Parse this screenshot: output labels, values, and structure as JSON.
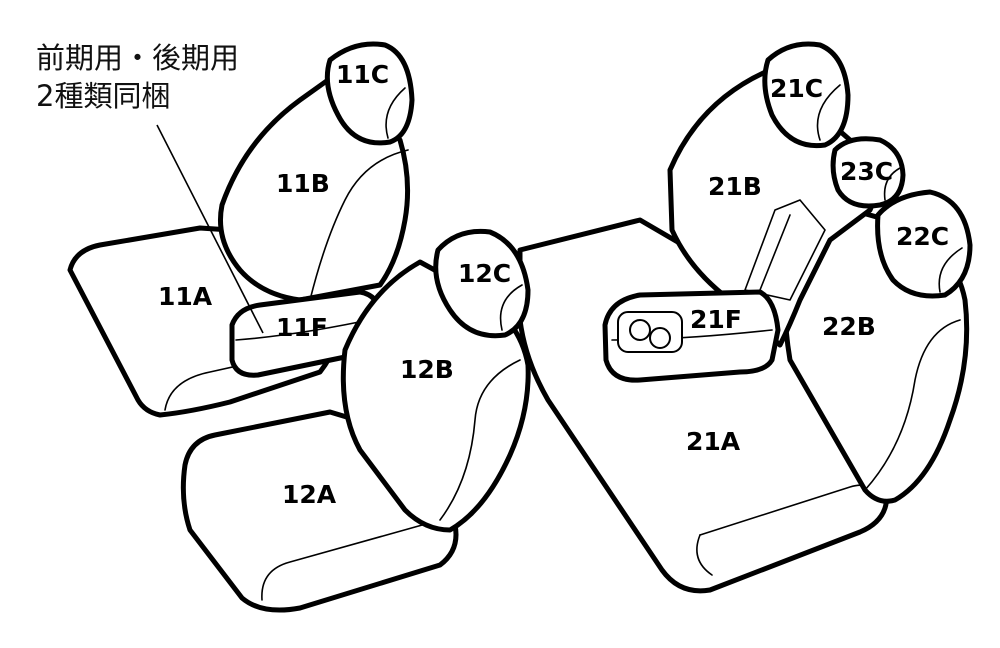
{
  "note": {
    "line1": "前期用・後期用",
    "line2": "2種類同梱"
  },
  "parts": {
    "p11A": "11A",
    "p11B": "11B",
    "p11C": "11C",
    "p11F": "11F",
    "p12A": "12A",
    "p12B": "12B",
    "p12C": "12C",
    "p21A": "21A",
    "p21B": "21B",
    "p21C": "21C",
    "p21F": "21F",
    "p22B": "22B",
    "p22C": "22C",
    "p23C": "23C"
  }
}
